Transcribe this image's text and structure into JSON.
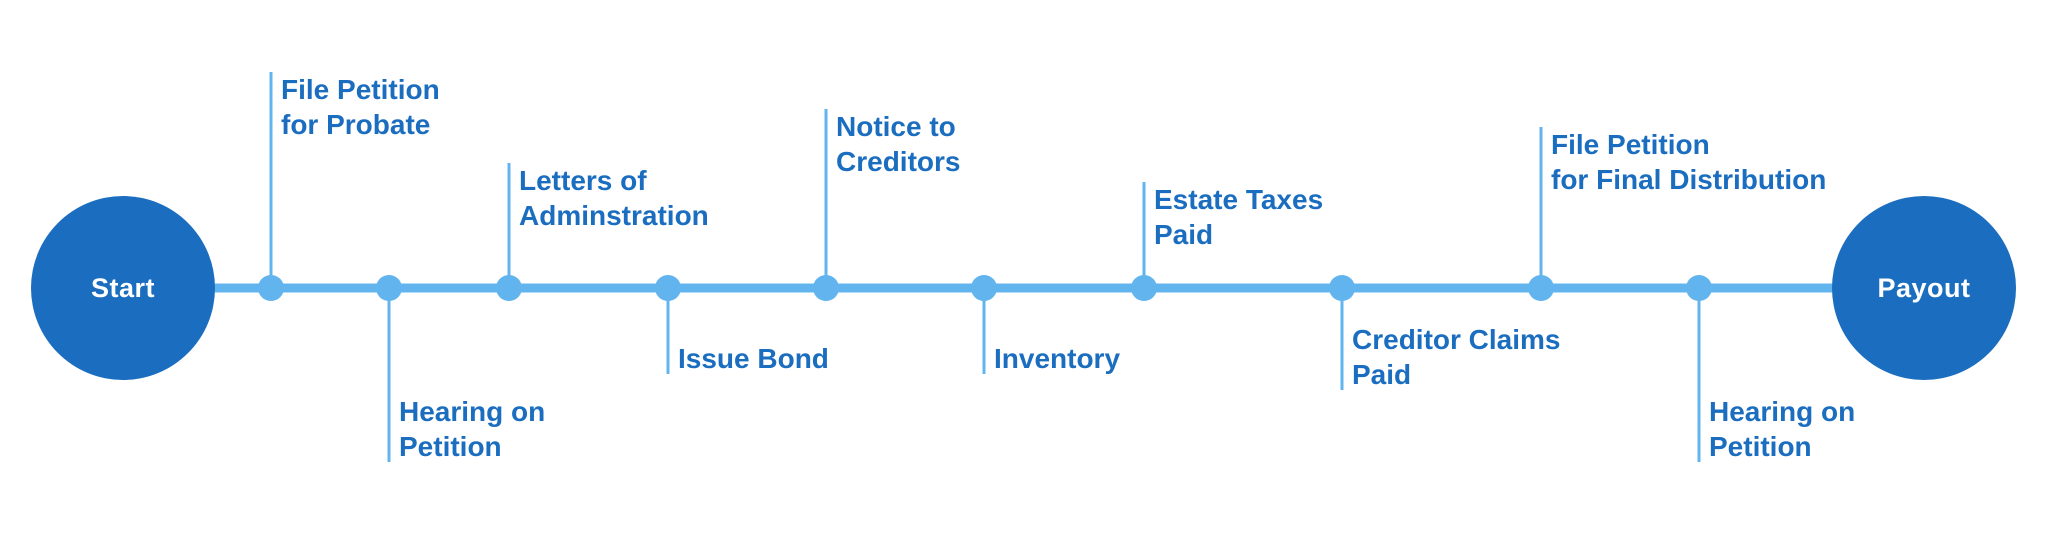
{
  "start_label": "Start",
  "end_label": "Payout",
  "colors": {
    "line": "#62b4ee",
    "node": "#62b4ee",
    "endpoint": "#1a6dbf",
    "text": "#1a6dbf"
  },
  "milestones": [
    {
      "lines": [
        "File Petition",
        "for Probate"
      ],
      "side": "above"
    },
    {
      "lines": [
        "Hearing on",
        "Petition"
      ],
      "side": "below"
    },
    {
      "lines": [
        "Letters of",
        "Adminstration"
      ],
      "side": "above"
    },
    {
      "lines": [
        "Issue Bond"
      ],
      "side": "below"
    },
    {
      "lines": [
        "Notice to",
        "Creditors"
      ],
      "side": "above"
    },
    {
      "lines": [
        "Inventory"
      ],
      "side": "below"
    },
    {
      "lines": [
        "Estate Taxes",
        "Paid"
      ],
      "side": "above"
    },
    {
      "lines": [
        "Creditor Claims",
        "Paid"
      ],
      "side": "below"
    },
    {
      "lines": [
        "File Petition",
        "for Final Distribution"
      ],
      "side": "above"
    },
    {
      "lines": [
        "Hearing on",
        "Petition"
      ],
      "side": "below"
    }
  ]
}
